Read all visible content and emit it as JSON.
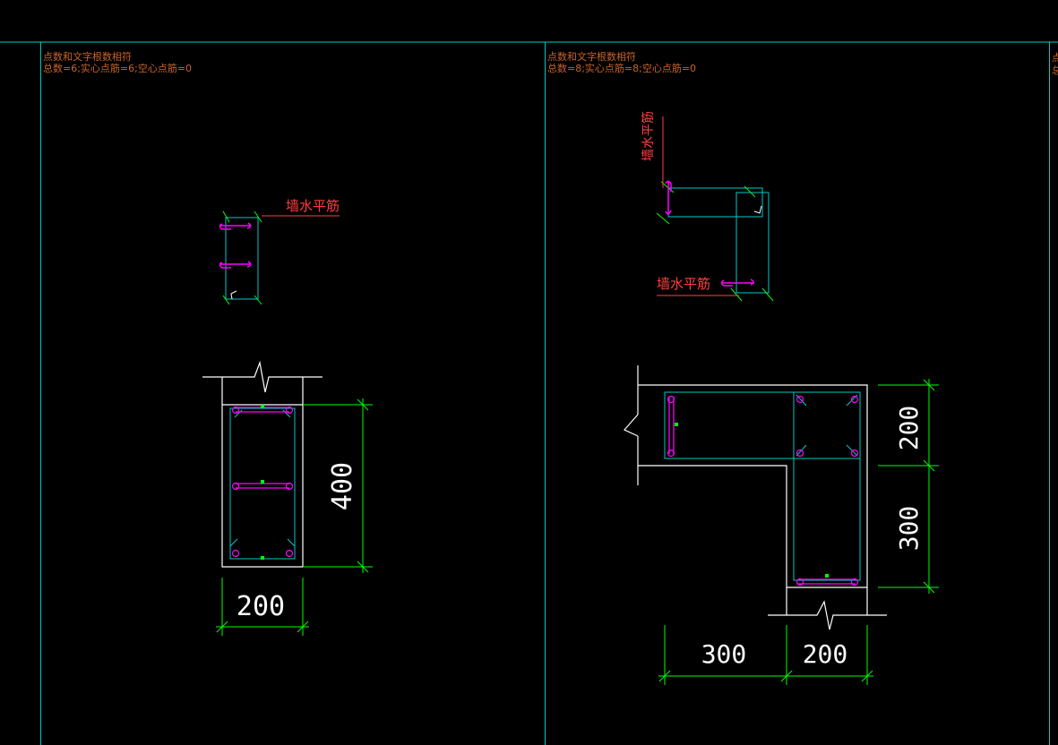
{
  "colors": {
    "background": "#000000",
    "frame": "#00c8c8",
    "outline": "#ffffff",
    "stirrup": "#00c8c8",
    "tie": "#ff00ff",
    "dimension": "#00ff00",
    "dimension_text": "#ffffff",
    "label": "#ff4040",
    "header_text": "#c86428",
    "center_mark": "#00ff00"
  },
  "panels": [
    {
      "header_line1": "点数和文字根数相符",
      "header_line2": "总数=6;实心点筋=6;空心点筋=0",
      "rebar_label": "墙水平筋",
      "dimensions": {
        "width": "200",
        "height": "400"
      }
    },
    {
      "header_line1": "点数和文字根数相符",
      "header_line2": "总数=8;实心点筋=8;空心点筋=0",
      "rebar_label_vertical": "墙水平筋",
      "rebar_label_horizontal": "墙水平筋",
      "dimensions": {
        "top_height": "200",
        "mid_height": "300",
        "bottom_left": "300",
        "bottom_right": "200"
      }
    }
  ]
}
